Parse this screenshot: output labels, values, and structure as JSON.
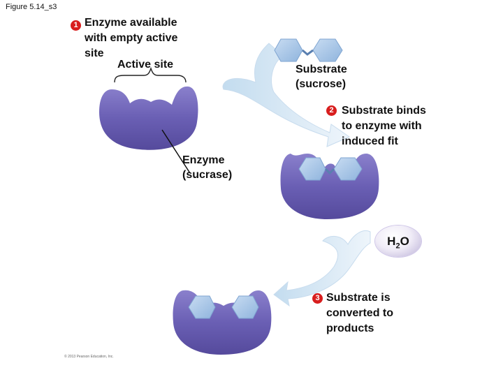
{
  "figure_label": "Figure 5.14_s3",
  "steps": [
    {
      "number": "1",
      "text": "Enzyme available\nwith empty active\nsite"
    },
    {
      "number": "2",
      "text": "Substrate binds\nto enzyme with\ninduced fit"
    },
    {
      "number": "3",
      "text": "Substrate is\nconverted to\nproducts"
    }
  ],
  "labels": {
    "active_site": "Active site",
    "substrate": "Substrate\n(sucrose)",
    "enzyme": "Enzyme\n(sucrase)",
    "water": {
      "main": "H",
      "sub": "2",
      "tail": "O"
    }
  },
  "copyright": "© 2013 Pearson Education, Inc.",
  "colors": {
    "enzyme": "#6f64b8",
    "substrate": "#9fc2e6",
    "arrow": "#d4e6f4",
    "step_badge": "#d81e1e"
  }
}
